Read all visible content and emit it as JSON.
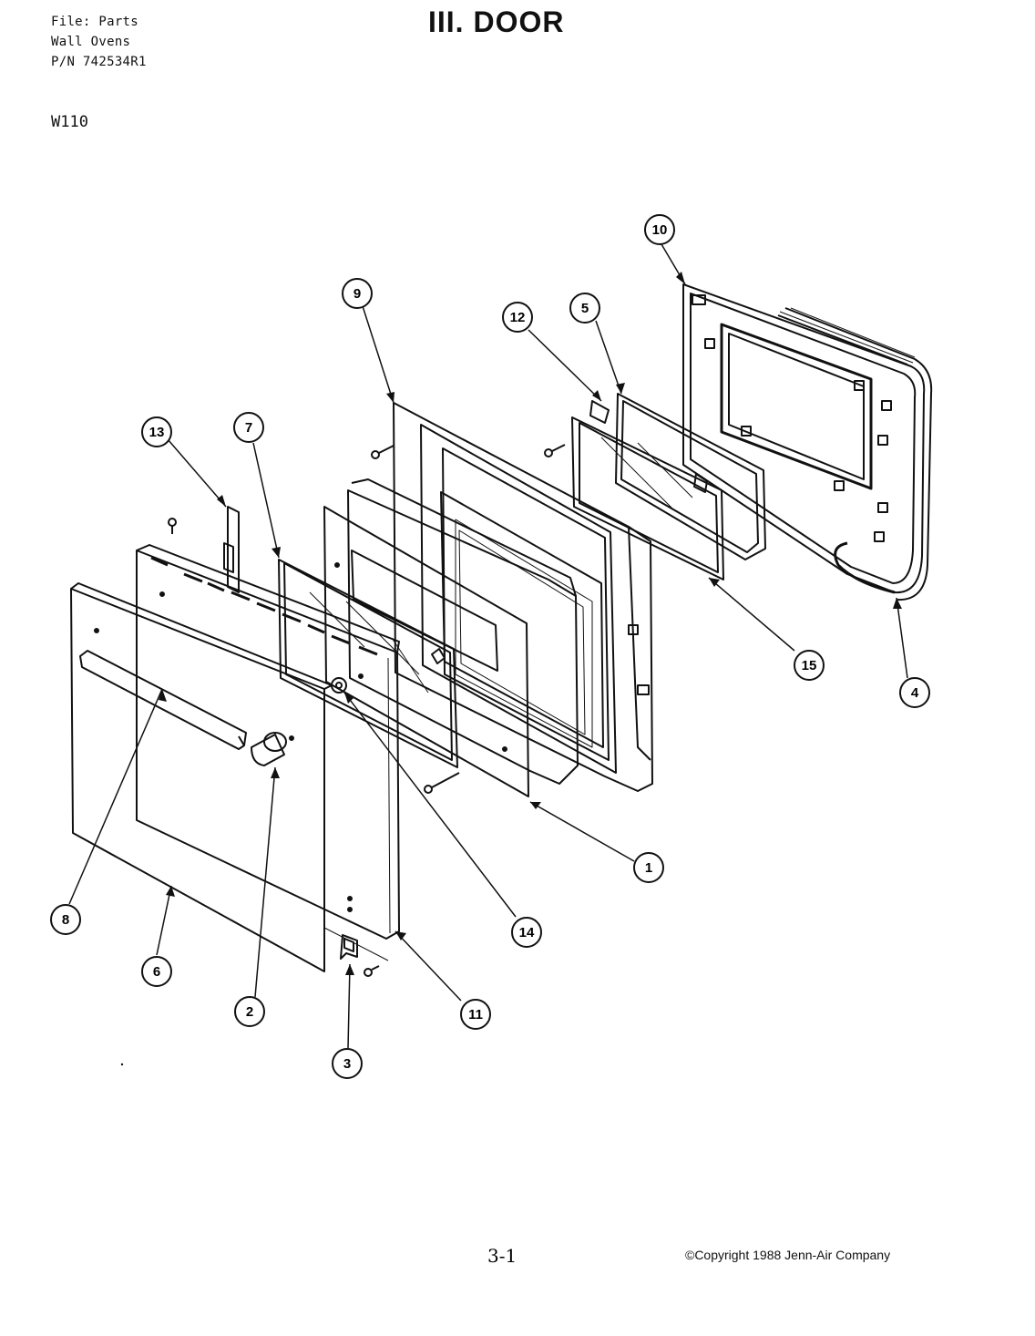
{
  "header": {
    "file": "File: Parts",
    "product": "Wall Ovens",
    "part_number": "P/N 742534R1",
    "title": "III. DOOR",
    "model": "W110"
  },
  "footer": {
    "page": "3-1",
    "copyright": "©Copyright 1988 Jenn-Air Company"
  },
  "callouts": [
    "1",
    "2",
    "3",
    "4",
    "5",
    "6",
    "7",
    "8",
    "9",
    "10",
    "11",
    "12",
    "13",
    "14",
    "15"
  ]
}
